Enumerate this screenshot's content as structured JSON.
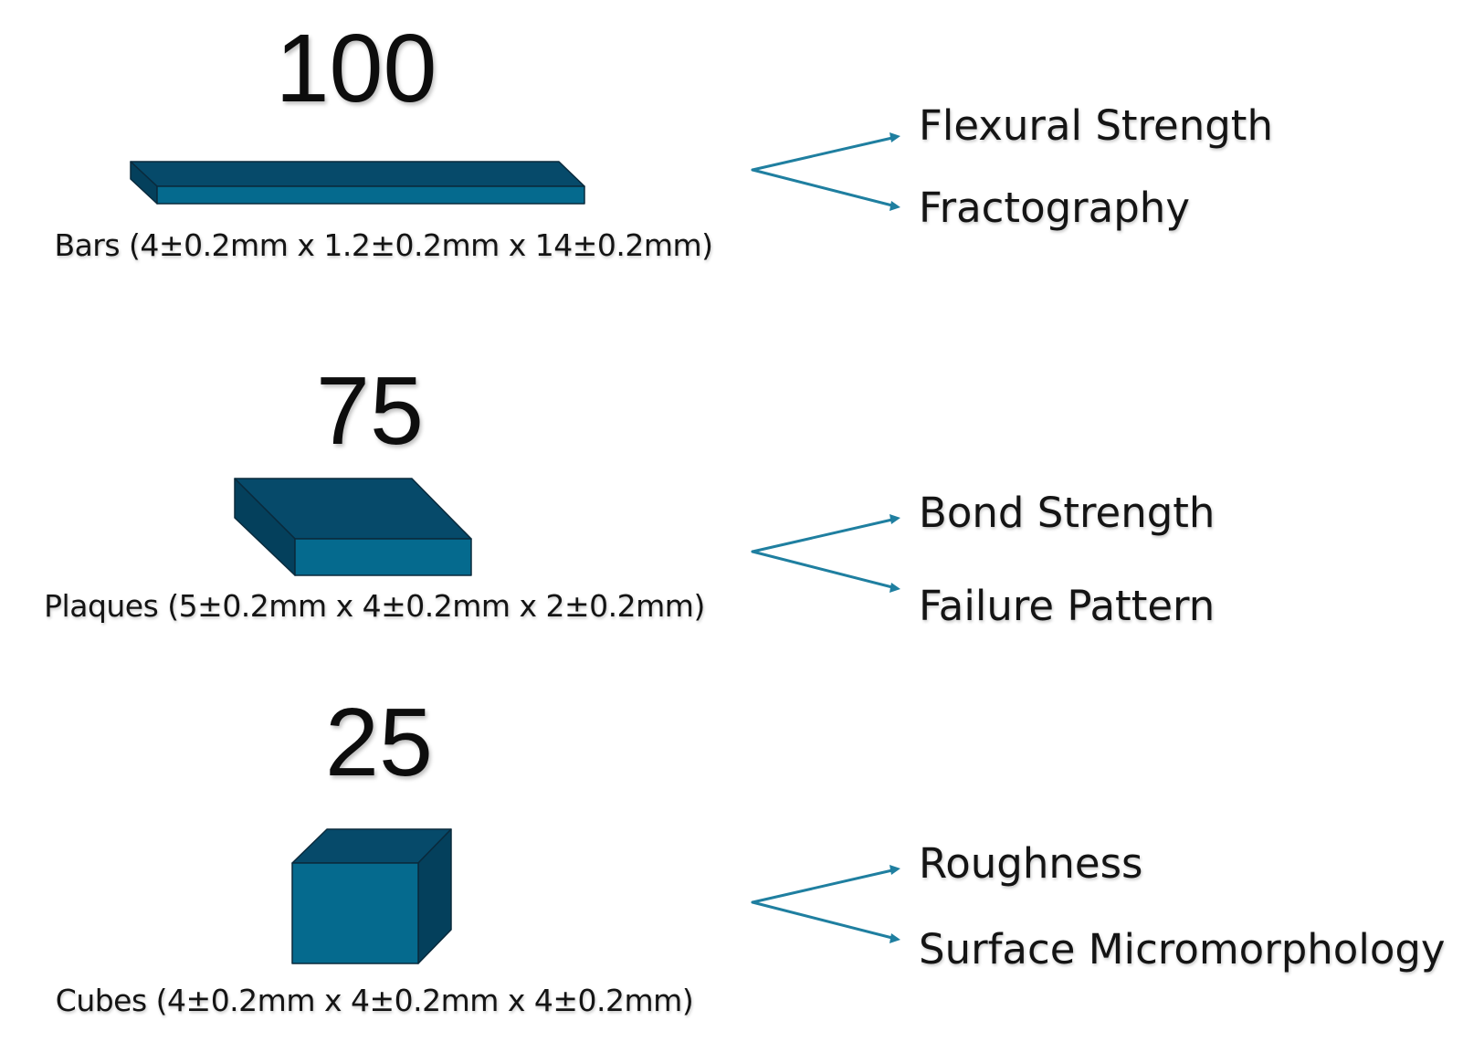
{
  "colors": {
    "front_face": "#056a8e",
    "top_face": "#064a6a",
    "side_face": "#04405c",
    "edge": "#0a2a3c",
    "arrow": "#1f7fa0"
  },
  "groups": [
    {
      "count": "100",
      "label": "Bars (4±0.2mm x 1.2±0.2mm x 14±0.2mm)",
      "outcomes": [
        "Flexural Strength",
        "Fractography"
      ],
      "icon": "bar-block-icon"
    },
    {
      "count": "75",
      "label": "Plaques (5±0.2mm x 4±0.2mm x 2±0.2mm)",
      "outcomes": [
        "Bond Strength",
        "Failure Pattern"
      ],
      "icon": "plaque-block-icon"
    },
    {
      "count": "25",
      "label": "Cubes (4±0.2mm x 4±0.2mm x 4±0.2mm)",
      "outcomes": [
        "Roughness",
        "Surface Micromorphology"
      ],
      "icon": "cube-block-icon"
    }
  ]
}
